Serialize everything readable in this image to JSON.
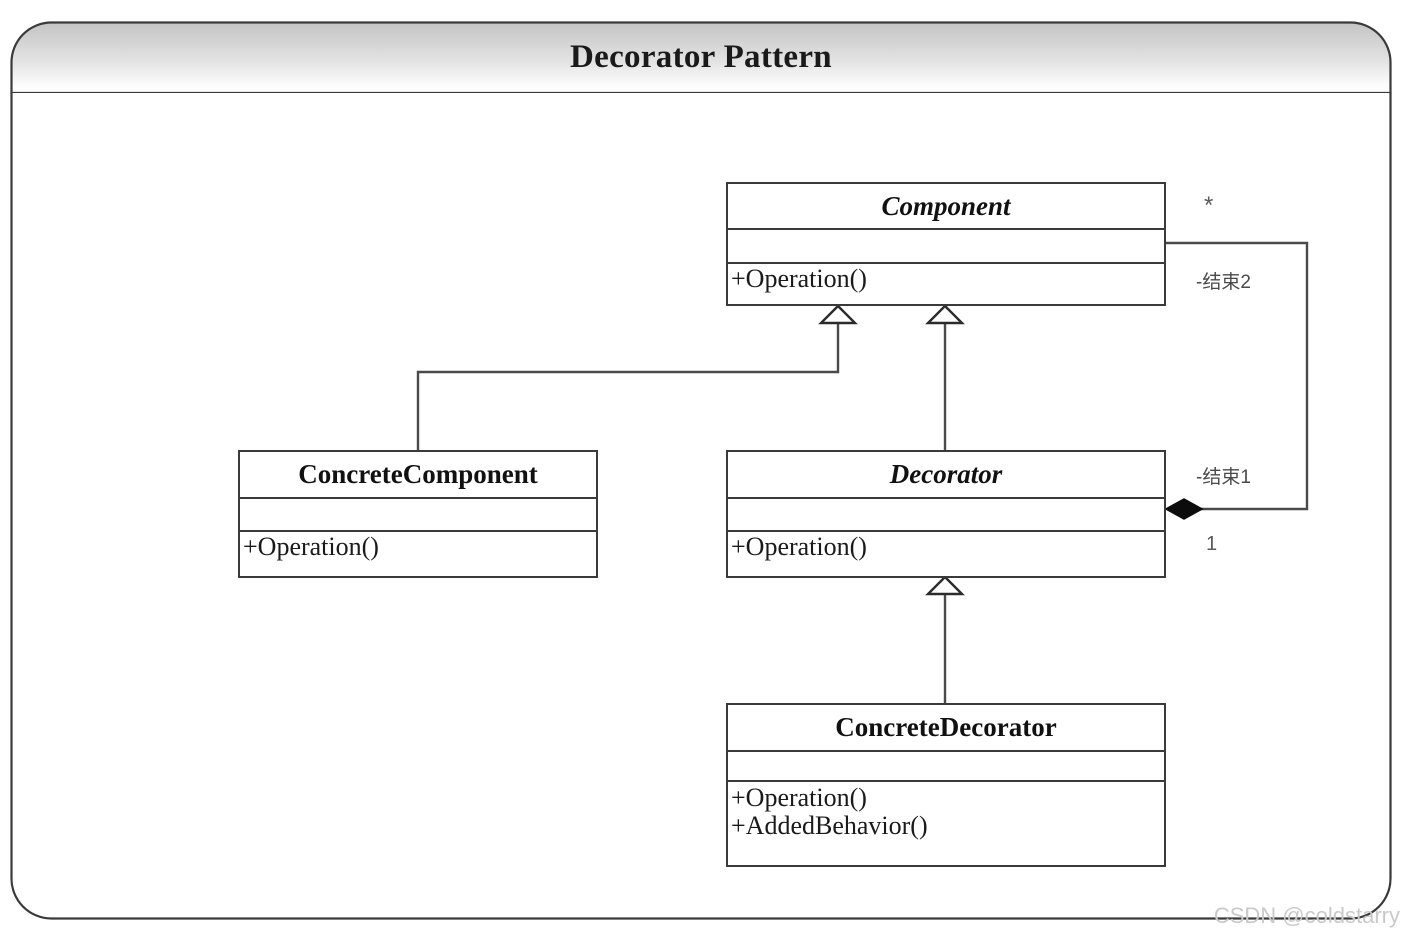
{
  "diagram": {
    "title": "Decorator Pattern",
    "type": "uml-class-diagram",
    "frame_border_color": "#3a3a3a",
    "titlebar_gradient_from": "#c9c9c9",
    "titlebar_gradient_to": "#ffffff"
  },
  "classes": [
    {
      "id": "component",
      "name": "Component",
      "stereotype": "abstract",
      "attributes": [],
      "operations": [
        "+Operation()"
      ]
    },
    {
      "id": "concretecomponent",
      "name": "ConcreteComponent",
      "stereotype": "concrete",
      "attributes": [],
      "operations": [
        "+Operation()"
      ]
    },
    {
      "id": "decorator",
      "name": "Decorator",
      "stereotype": "abstract",
      "attributes": [],
      "operations": [
        "+Operation()"
      ]
    },
    {
      "id": "concretedecorator",
      "name": "ConcreteDecorator",
      "stereotype": "concrete",
      "attributes": [],
      "operations": [
        "+Operation()",
        "+AddedBehavior()"
      ]
    }
  ],
  "relationships": [
    {
      "id": "gen-concretecomponent-component",
      "type": "generalization",
      "from": "ConcreteComponent",
      "to": "Component"
    },
    {
      "id": "gen-decorator-component",
      "type": "generalization",
      "from": "Decorator",
      "to": "Component"
    },
    {
      "id": "gen-concretedecorator-decorator",
      "type": "generalization",
      "from": "ConcreteDecorator",
      "to": "Decorator"
    },
    {
      "id": "assoc-decorator-component",
      "type": "composition",
      "from": "Decorator",
      "to": "Component",
      "source_role": "-结束1",
      "target_role": "-结束2",
      "source_multiplicity": "1",
      "target_multiplicity": "*"
    }
  ],
  "labels": {
    "end2": "-结束2",
    "end1": "-结束1",
    "multiplicity_star": "*",
    "multiplicity_one": "1"
  },
  "watermark": {
    "text": "CSDN @coldstarry",
    "color": "#c9c9c9"
  }
}
